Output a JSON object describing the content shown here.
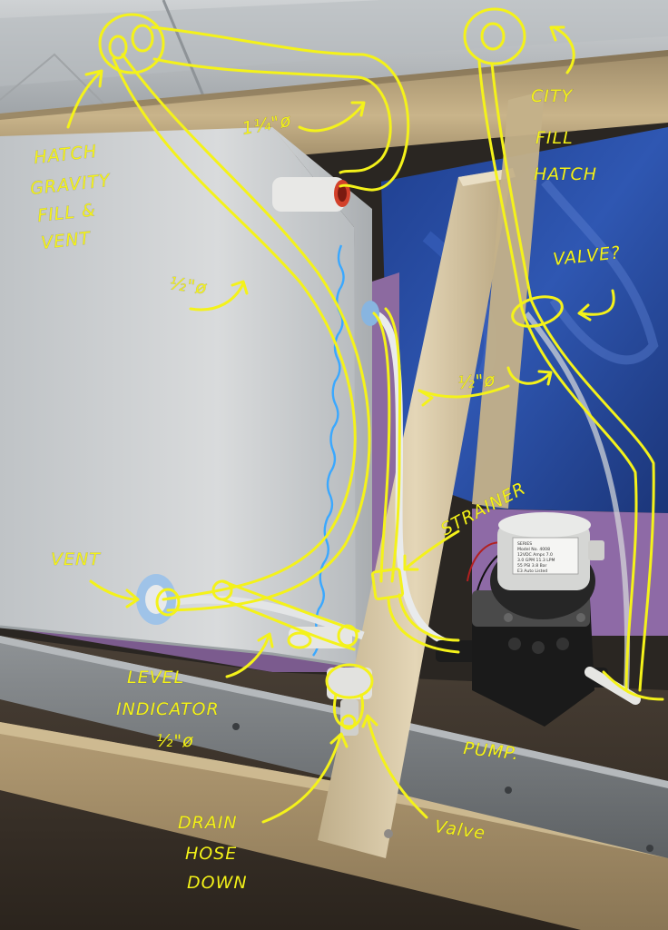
{
  "annotations": {
    "hatch_gravity": [
      "HATCH",
      "GRAVITY",
      "FILL &",
      "VENT"
    ],
    "dia_114": "1¼\"ø",
    "dia_12_top": "½\"ø",
    "city_fill": [
      "CITY",
      "FILL",
      "HATCH"
    ],
    "valve_q": "VALVE?",
    "dia_12_mid": "½\"ø",
    "strainer": "STRAINER",
    "vent": "VENT",
    "level": [
      "LEVEL",
      "INDICATOR",
      "½\"ø"
    ],
    "pump": "PUMP.",
    "drain": [
      "DRAIN",
      "HOSE",
      "DOWN"
    ],
    "valve": "Valve"
  },
  "colors": {
    "annotation": "#f4f21a",
    "water_line": "#3aa8ff",
    "tank": "#d8dadb",
    "wood": "#c9b48a",
    "foam": "#7a5a8c",
    "floor": "#3b332b"
  },
  "pump_label_lines": [
    "SERIES",
    "Model No. 4008",
    "12VDC  Amps 7.0",
    "3.0 GPM 11.3 LPM",
    "55 PSI 3.8 Bar",
    "E3 Auto Listed"
  ]
}
